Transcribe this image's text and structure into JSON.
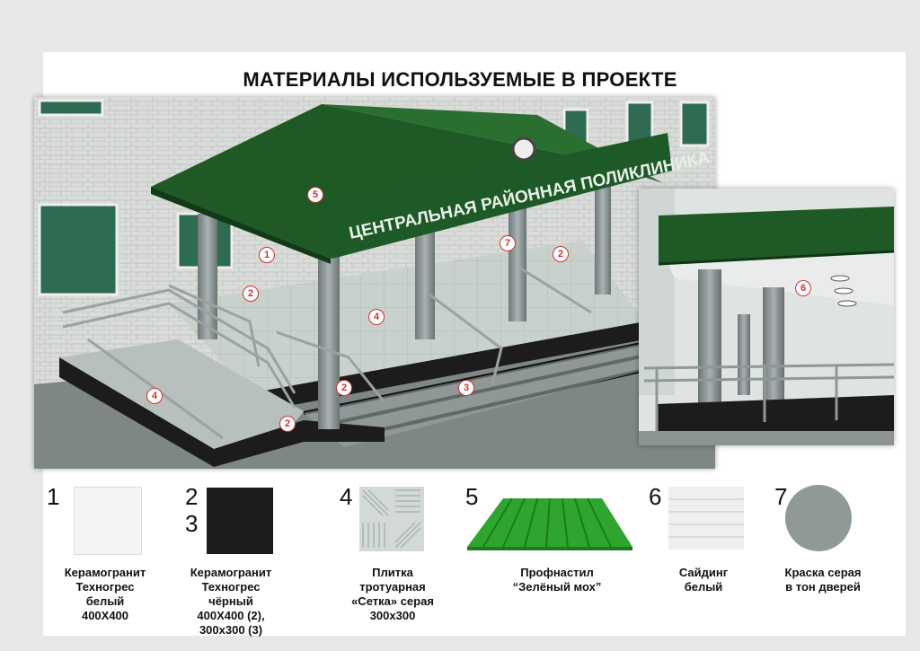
{
  "title": "МАТЕРИАЛЫ ИСПОЛЬЗУЕМЫЕ В ПРОЕКТЕ",
  "sign_text": "ЦЕНТРАЛЬНАЯ РАЙОННАЯ ПОЛИКЛИНИКА",
  "markers": [
    "5",
    "1",
    "2",
    "7",
    "2",
    "4",
    "4",
    "2",
    "3",
    "2",
    "6"
  ],
  "materials": [
    {
      "num": "1",
      "label": "Керамогранит\nТехногрес\nбелый\n400Х400"
    },
    {
      "num": "2",
      "num2": "3",
      "label": "Керамогранит\nТехногрес\nчёрный\n400Х400 (2),\n300х300 (3)"
    },
    {
      "num": "4",
      "label": "Плитка\nтротуарная\n«Сетка» серая\n300х300"
    },
    {
      "num": "5",
      "label": "Профнастил\n“Зелёный мох”"
    },
    {
      "num": "6",
      "label": "Сайдинг\nбелый"
    },
    {
      "num": "7",
      "label": "Краска серая\nв тон дверей"
    }
  ],
  "colors": {
    "roof_green": "#1f5a26",
    "profnastil_green": "#2fa52f",
    "grey_paint": "#8f9a98",
    "black_tile": "#1c1c1c"
  }
}
